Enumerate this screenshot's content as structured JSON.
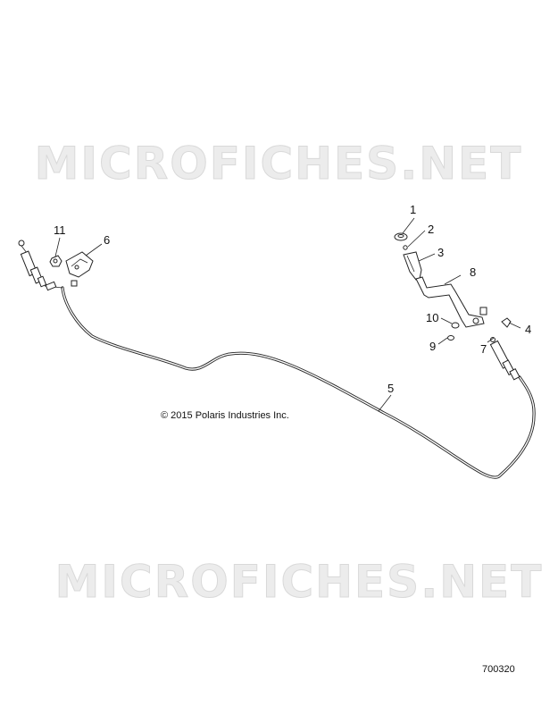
{
  "watermarks": [
    "MICROFICHES.NET",
    "MICROFICHES.NET"
  ],
  "copyright": "© 2015 Polaris Industries Inc.",
  "drawing_number": "700320",
  "callouts": [
    "1",
    "2",
    "3",
    "4",
    "5",
    "6",
    "7",
    "8",
    "9",
    "10",
    "11"
  ]
}
